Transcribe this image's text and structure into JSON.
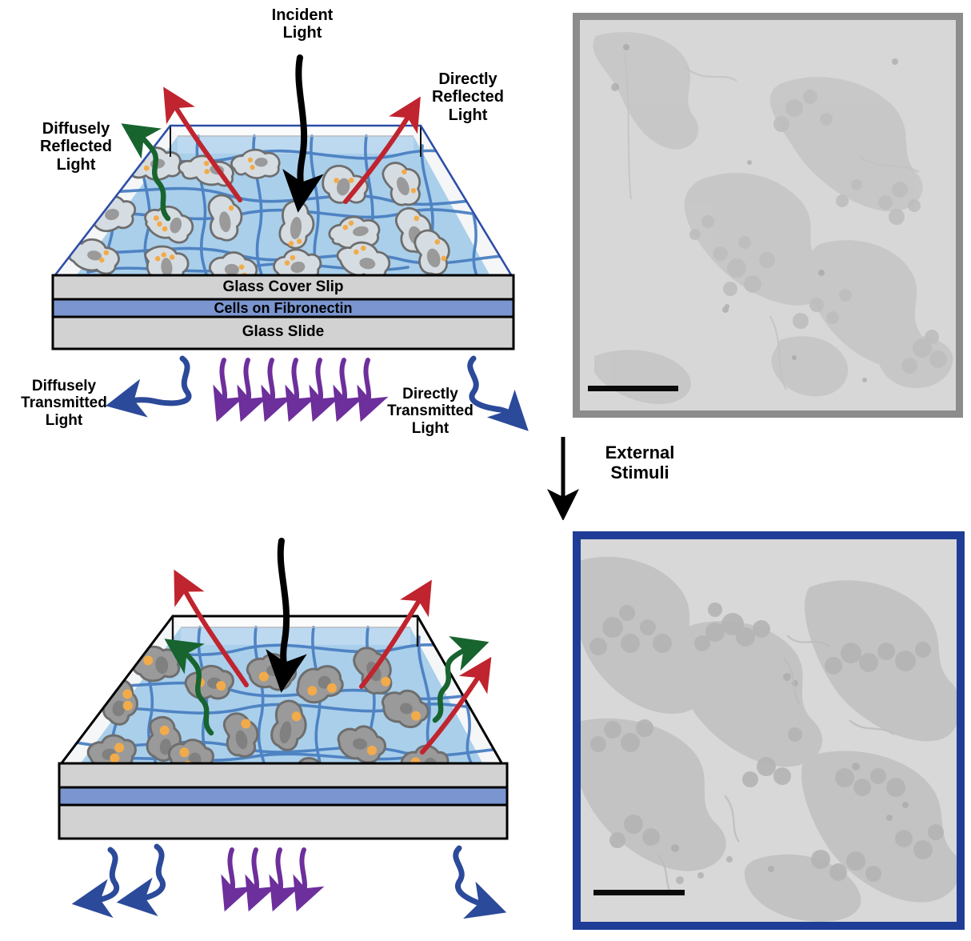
{
  "figure": {
    "title": "Light scattering through cell-laden hydrogel on glass slide",
    "colors": {
      "incident_arrow": "#000000",
      "reflected_direct": "#c0242e",
      "reflected_diffuse": "#18642f",
      "transmitted_direct": "#6d2f9c",
      "transmitted_diffuse": "#2c4a9a",
      "hydrogel_fill": "#a9cfeb",
      "hydrogel_fiber": "#4a7fc1",
      "glass_gray": "#d2d2d2",
      "fibronectin_blue": "#7a95cf",
      "cell_outline": "#6e6e6e",
      "cell_fill_top": "#d6dde2",
      "cell_fill_bottom": "#9a9a9a",
      "nucleus": "#8f8f8f",
      "granule_orange": "#f2ab4b",
      "micrograph_border_top": "#8c8c8c",
      "micrograph_border_bottom": "#1f3d96",
      "micrograph_background": "#d5d5d5",
      "trapezoid_outline_top": "#2d4ea8",
      "trapezoid_outline_bottom": "#000000"
    }
  },
  "top_panel": {
    "labels": {
      "incident": "Incident\nLight",
      "directly_reflected": "Directly\nReflected\nLight",
      "diffusely_reflected": "Diffusely\nReflected\nLight",
      "diffusely_transmitted": "Diffusely\nTransmitted\nLight",
      "directly_transmitted": "Directly\nTransmitted\nLight"
    },
    "stack_layers": [
      {
        "name": "glass-cover-slip",
        "label": "Glass Cover Slip",
        "fill": "#d2d2d2"
      },
      {
        "name": "cells-on-fibronectin",
        "label": "Cells on Fibronectin",
        "fill": "#7a95cf"
      },
      {
        "name": "glass-slide",
        "label": "Glass Slide",
        "fill": "#d2d2d2"
      }
    ],
    "counts": {
      "direct_transmitted_arrows": 7,
      "diffuse_transmitted_arrows": 2,
      "direct_reflected_arrows": 2,
      "diffuse_reflected_arrows": 1
    }
  },
  "transition": {
    "label": "External\nStimuli",
    "arrow": "down-arrow-icon"
  },
  "bottom_panel": {
    "stack_layers": [
      {
        "name": "glass-cover-slip",
        "label": "",
        "fill": "#d2d2d2"
      },
      {
        "name": "cells-on-fibronectin",
        "label": "",
        "fill": "#7a95cf"
      },
      {
        "name": "glass-slide",
        "label": "",
        "fill": "#d2d2d2"
      }
    ],
    "counts": {
      "direct_transmitted_arrows": 4,
      "diffuse_transmitted_arrows": 3,
      "direct_reflected_arrows": 3,
      "diffuse_reflected_arrows": 2
    }
  },
  "micrographs": [
    {
      "name": "micrograph-before",
      "caption": "",
      "border_color": "#8c8c8c",
      "scale_bar": true
    },
    {
      "name": "micrograph-after",
      "caption": "",
      "border_color": "#1f3d96",
      "scale_bar": true
    }
  ]
}
